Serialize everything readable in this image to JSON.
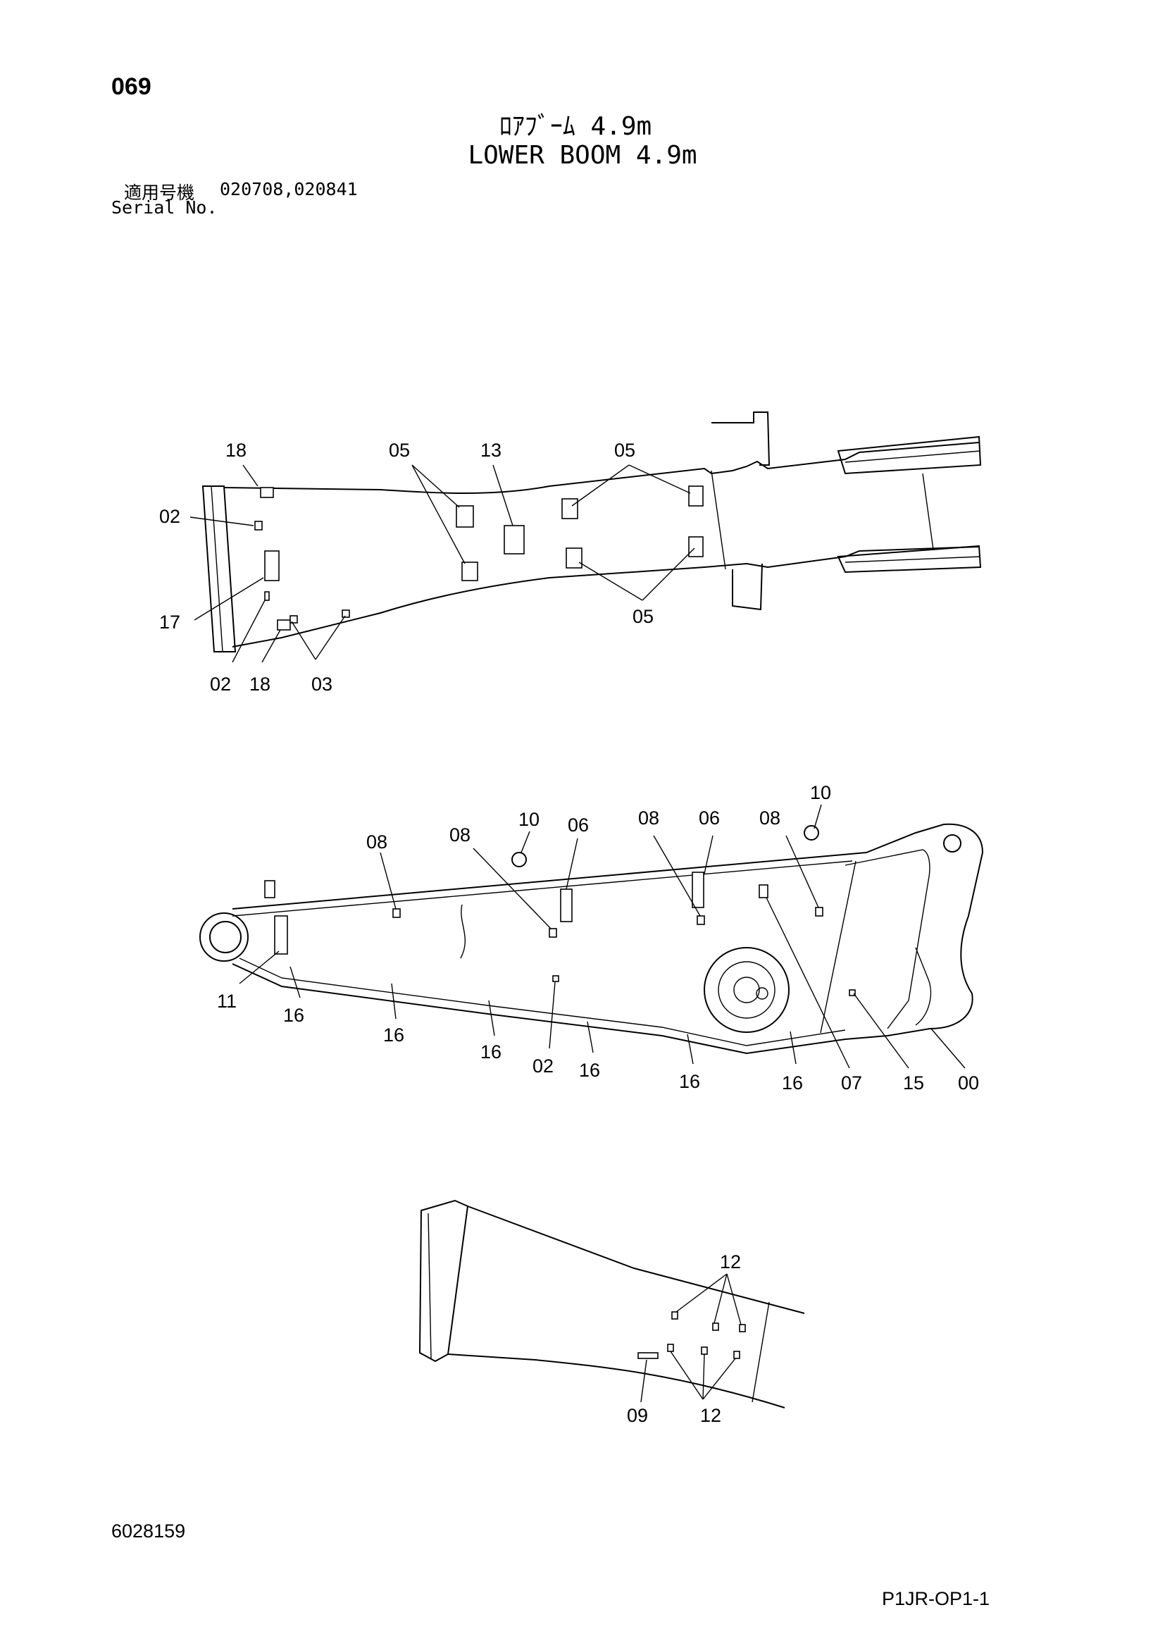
{
  "header": {
    "page_number": "069",
    "title_jp": "ﾛｱﾌﾞｰﾑ 4.9m",
    "title_en": "LOWER BOOM 4.9m",
    "serial_label_jp": "適用号機",
    "serial_values": "020708,020841",
    "serial_label_en": "Serial No."
  },
  "views": {
    "top": {
      "callouts": [
        "18",
        "05",
        "13",
        "05",
        "02",
        "17",
        "02",
        "18",
        "03",
        "05"
      ]
    },
    "side": {
      "callouts": [
        "10",
        "08",
        "08",
        "10",
        "06",
        "08",
        "06",
        "08",
        "11",
        "16",
        "16",
        "16",
        "02",
        "16",
        "16",
        "16",
        "07",
        "15",
        "00"
      ]
    },
    "detail": {
      "callouts": [
        "12",
        "09",
        "12"
      ]
    }
  },
  "footer": {
    "doc_number": "6028159",
    "sheet_code": "P1JR-OP1-1"
  }
}
